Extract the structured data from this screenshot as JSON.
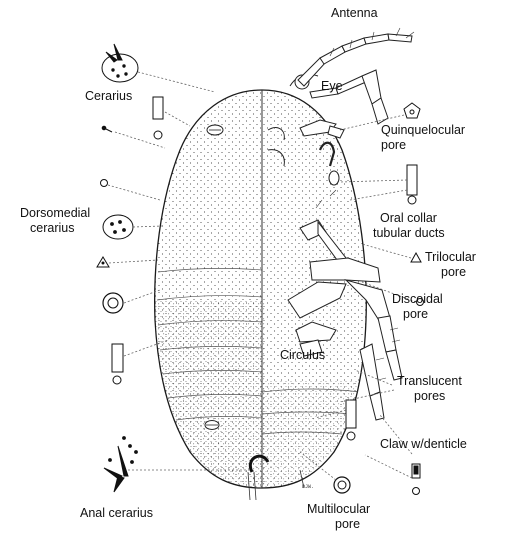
{
  "labels": {
    "antenna": "Antenna",
    "eye": "Eye",
    "cerarius": "Cerarius",
    "quinquelocular_1": "Quinquelocular",
    "quinquelocular_2": "pore",
    "dorsomedial_1": "Dorsomedial",
    "dorsomedial_2": "cerarius",
    "oral_collar_1": "Oral collar",
    "oral_collar_2": "tubular ducts",
    "trilocular_1": "Trilocular",
    "trilocular_2": "pore",
    "discoidal_1": "Discoidal",
    "discoidal_2": "pore",
    "circulus": "Circulus",
    "translucent_1": "Translucent",
    "translucent_2": "pores",
    "claw": "Claw w/denticle",
    "anal_cerarius": "Anal cerarius",
    "multilocular_1": "Multilocular",
    "multilocular_2": "pore",
    "signature": "DJW."
  },
  "colors": {
    "ink": "#1a1a1a",
    "line": "#444444",
    "leader": "#666666"
  },
  "icons": [
    "mealybug-body-outline",
    "antenna-drawing",
    "leg-drawing",
    "cerarius-icon",
    "pore-icon",
    "tubular-duct-icon",
    "claw-icon"
  ]
}
